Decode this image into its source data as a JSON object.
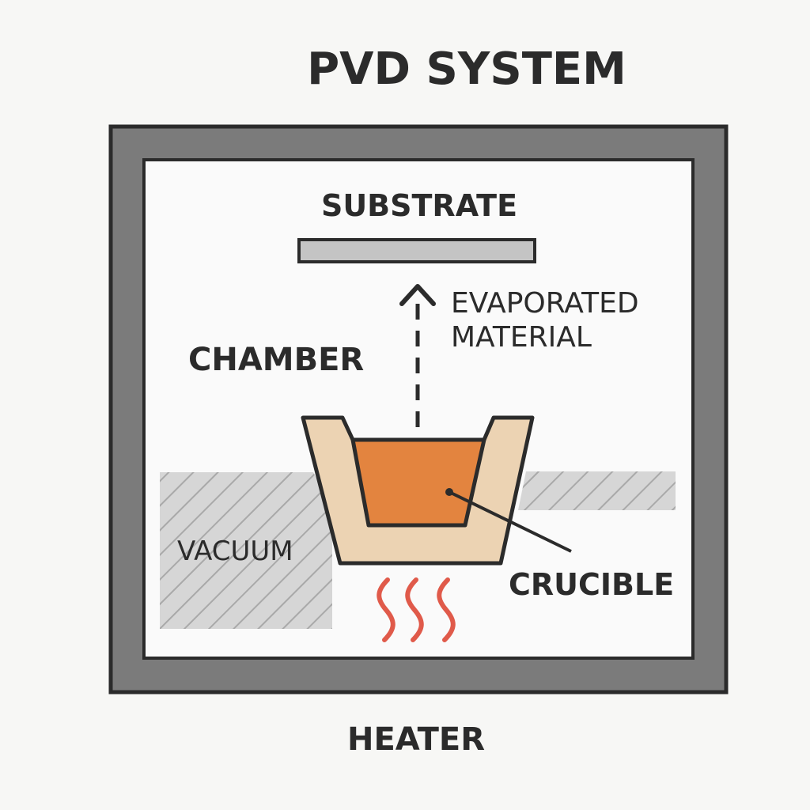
{
  "title": "PVD SYSTEM",
  "labels": {
    "substrate": "SUBSTRATE",
    "evaporated_line1": "EVAPORATED",
    "evaporated_line2": "MATERIAL",
    "chamber": "CHAMBER",
    "vacuum": "VACUUM",
    "crucible": "CRUCIBLE",
    "heater": "HEATER"
  },
  "colors": {
    "chamber_wall": "#7b7b7b",
    "outline": "#2b2b2b",
    "chamber_interior": "#fafafa",
    "substrate_fill": "#c4c4c4",
    "crucible_body": "#ecd3b3",
    "molten_material": "#e3843f",
    "heater_waves": "#e05a4a",
    "vacuum_hatch": "#a9a9a9",
    "vacuum_fill": "#d6d6d6"
  },
  "icons": {
    "arrow": "dashed-up-arrow-icon",
    "heater": "heat-waves-icon"
  }
}
